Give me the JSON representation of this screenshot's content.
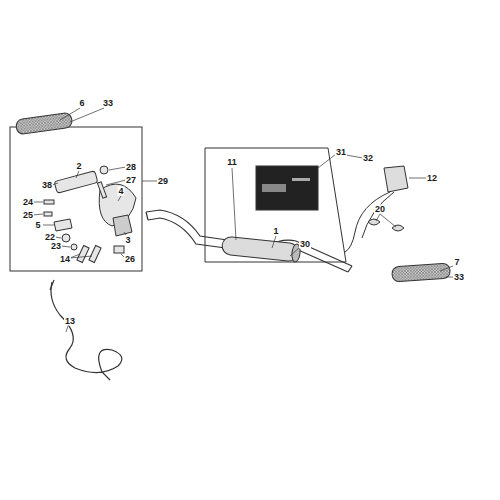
{
  "diagram": {
    "labels": [
      "6",
      "33",
      "38",
      "2",
      "28",
      "27",
      "4",
      "29",
      "24",
      "25",
      "5",
      "22",
      "23",
      "14",
      "26",
      "3",
      "11",
      "31",
      "32",
      "30",
      "12",
      "1",
      "20",
      "7",
      "33",
      "13"
    ]
  }
}
